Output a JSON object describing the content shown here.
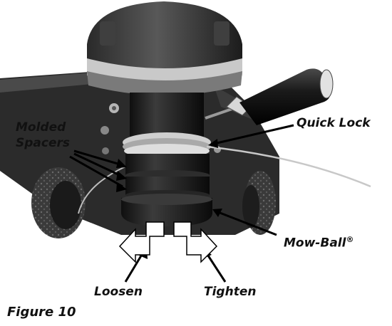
{
  "figure": {
    "caption": "Figure 10",
    "callouts": {
      "molded_spacers_line1": "Molded",
      "molded_spacers_line2": "Spacers",
      "quick_lock": "Quick Lock",
      "mow_ball": "Mow-Ball",
      "mow_ball_mark": "®",
      "loosen": "Loosen",
      "tighten": "Tighten"
    }
  }
}
